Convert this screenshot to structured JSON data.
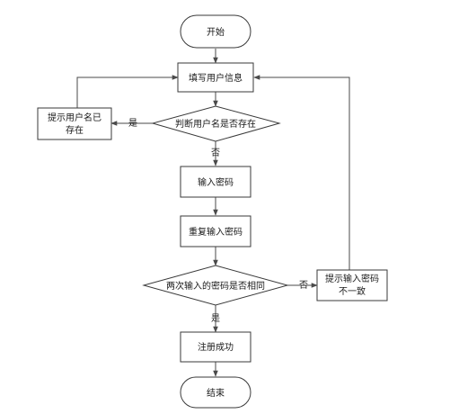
{
  "nodes": {
    "start": "开始",
    "fill_info": "填写用户信息",
    "check_exists": "判断用户名是否存在",
    "exists_msg_line1": "提示用户名已",
    "exists_msg_line2": "存在",
    "enter_password": "输入密码",
    "repeat_password": "重复输入密码",
    "check_match": "两次输入的密码是否相同",
    "mismatch_msg_line1": "提示输入密码",
    "mismatch_msg_line2": "不一致",
    "success": "注册成功",
    "end": "结束"
  },
  "edges": {
    "exists_yes": "是",
    "exists_no": "否",
    "match_yes": "是",
    "match_no": "否"
  }
}
